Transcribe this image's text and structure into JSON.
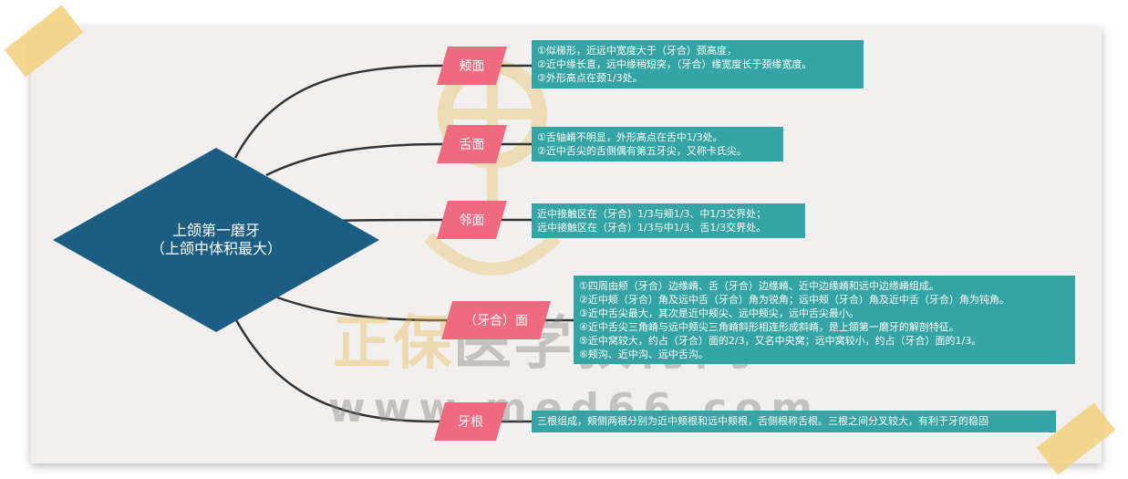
{
  "root": {
    "line1": "上颌第一磨牙",
    "line2": "（上颌中体积最大）"
  },
  "branches": [
    {
      "label": "颊面",
      "details": [
        "①似梯形，近远中宽度大于（牙合）颈高度，",
        "②近中缘长直，远中缘稍短突，（牙合）缘宽度长于颈缘宽度。",
        "③外形高点在颈1/3处。"
      ]
    },
    {
      "label": "舌面",
      "details": [
        "①舌轴嵴不明显，外形高点在舌中1/3处。",
        "②近中舌尖的舌侧偶有第五牙尖，又称卡氏尖。"
      ]
    },
    {
      "label": "邻面",
      "details": [
        "近中接触区在（牙合）1/3与颊1/3、中1/3交界处；",
        "远中接触区在（牙合）1/3与中1/3、舌1/3交界处。"
      ]
    },
    {
      "label": "（牙合）面",
      "details": [
        "①四周由颊（牙合）边缘嵴、舌（牙合）边缘嵴、近中边缘嵴和远中边缘嵴组成。",
        "②近中颊（牙合）角及远中舌（牙合）角为锐角；远中颊（牙合）角及近中舌（牙合）角为钝角。",
        "③近中舌尖最大，其次是近中颊尖、远中颊尖，远中舌尖最小。",
        "④近中舌尖三角嵴与远中颊尖三角嵴斜形相连形成斜嵴，是上颌第一磨牙的解剖特征。",
        "⑤近中窝较大，约占（牙合）面的2/3，又名中央窝；远中窝较小，约占（牙合）面的1/3。",
        "⑥颊沟、近中沟、远中舌沟。"
      ]
    },
    {
      "label": "牙根",
      "details": [
        "三根组成，颊侧两根分别为近中颊根和远中颊根，舌侧根称舌根。三根之间分叉较大，有利于牙的稳固"
      ]
    }
  ],
  "watermark": {
    "brand_a": "正保",
    "brand_b": "医学教育网",
    "url": "www.med66.com"
  },
  "colors": {
    "root": "#1b5d83",
    "branch": "#ef6a7f",
    "detail": "#35a4a4",
    "connector": "#333333",
    "tape": "#f3d286"
  },
  "icons": [
    "masking-tape",
    "watermark-logo"
  ]
}
